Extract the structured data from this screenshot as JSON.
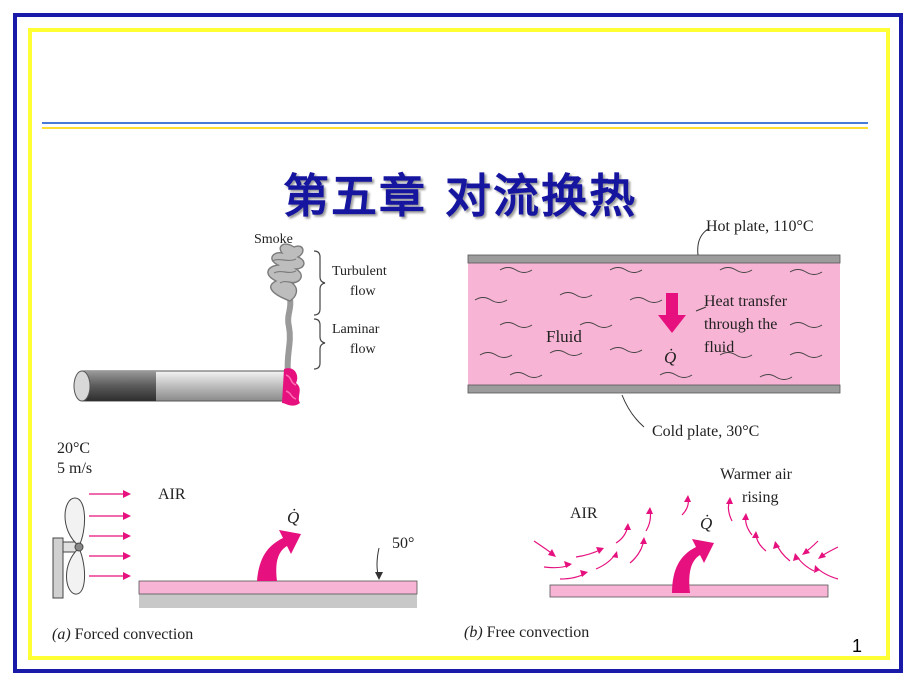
{
  "slide": {
    "title": "第五章  对流换热",
    "page_number": "1"
  },
  "smoke_figure": {
    "smoke": "Smoke",
    "turbulent_line1": "Turbulent",
    "turbulent_line2": "flow",
    "laminar_line1": "Laminar",
    "laminar_line2": "flow"
  },
  "plates_figure": {
    "hot_plate": "Hot plate, 110°C",
    "cold_plate": "Cold plate, 30°C",
    "fluid": "Fluid",
    "heat_line1": "Heat transfer",
    "heat_line2": "through the",
    "heat_line3": "fluid",
    "q_symbol": "Q̇"
  },
  "forced_figure": {
    "temperature": "20°C",
    "velocity": "5 m/s",
    "air": "AIR",
    "plate_temp": "50°",
    "q_symbol": "Q̇",
    "caption_letter": "(a)",
    "caption_text": " Forced convection"
  },
  "free_figure": {
    "air": "AIR",
    "warmer_line1": "Warmer air",
    "warmer_line2": "rising",
    "q_symbol": "Q̇",
    "caption_letter": "(b)",
    "caption_text": " Free convection"
  },
  "colors": {
    "frame_blue": "#1a1aa8",
    "frame_yellow": "#ffff33",
    "title_blue": "#1515a0",
    "fluid_pink": "#f7b4d4",
    "arrow_magenta": "#e6117e"
  }
}
